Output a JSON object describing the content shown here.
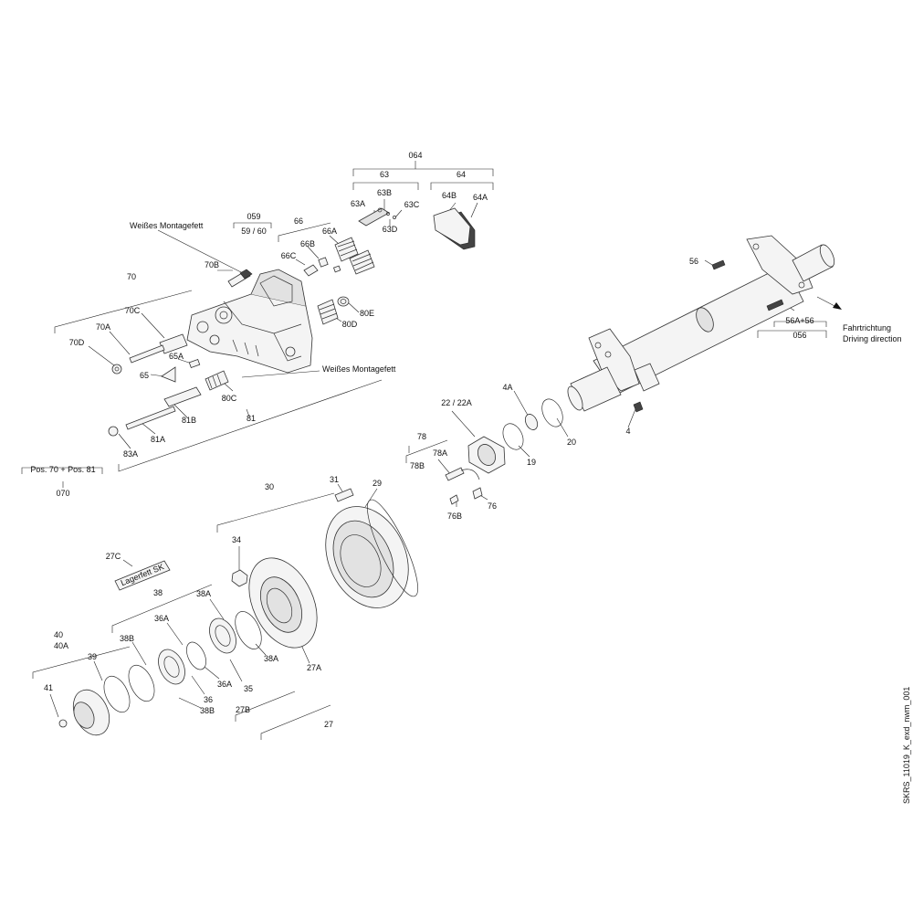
{
  "labels": {
    "p064": "064",
    "p63": "63",
    "p64": "64",
    "p63A": "63A",
    "p63B": "63B",
    "p63C": "63C",
    "p63D": "63D",
    "p64A": "64A",
    "p64B": "64B",
    "p059": "059",
    "p59_60": "59 / 60",
    "p66": "66",
    "p66A": "66A",
    "p66B": "66B",
    "p66C": "66C",
    "p70": "70",
    "p70A": "70A",
    "p70B": "70B",
    "p70C": "70C",
    "p70D": "70D",
    "p65": "65",
    "p65A": "65A",
    "p80C": "80C",
    "p80D": "80D",
    "p80E": "80E",
    "p81": "81",
    "p81A": "81A",
    "p81B": "81B",
    "p83A": "83A",
    "pos70_81": "Pos. 70 + Pos. 81",
    "p070": "070",
    "montage1": "Weißes Montagefett",
    "montage2": "Weißes Montagefett",
    "p56": "56",
    "p56A56": "56A+56",
    "p056": "056",
    "fahrt1": "Fahrtrichtung",
    "fahrt2": "Driving direction",
    "p4": "4",
    "p4A": "4A",
    "p20": "20",
    "p19": "19",
    "p22": "22 / 22A",
    "p78": "78",
    "p78A": "78A",
    "p78B": "78B",
    "p76": "76",
    "p76B": "76B",
    "p30": "30",
    "p31": "31",
    "p29": "29",
    "p34": "34",
    "p27C": "27C",
    "lagerfett": "Lagerfett SK",
    "p38": "38",
    "p38A1": "38A",
    "p38A2": "38A",
    "p38B1": "38B",
    "p38B2": "38B",
    "p36A1": "36A",
    "p36A2": "36A",
    "p36": "36",
    "p35": "35",
    "p27A": "27A",
    "p27B": "27B",
    "p27": "27",
    "p40": "40",
    "p40A": "40A",
    "p39": "39",
    "p41": "41",
    "docid": "SKRS_11019_K_exd_nwm_001"
  }
}
